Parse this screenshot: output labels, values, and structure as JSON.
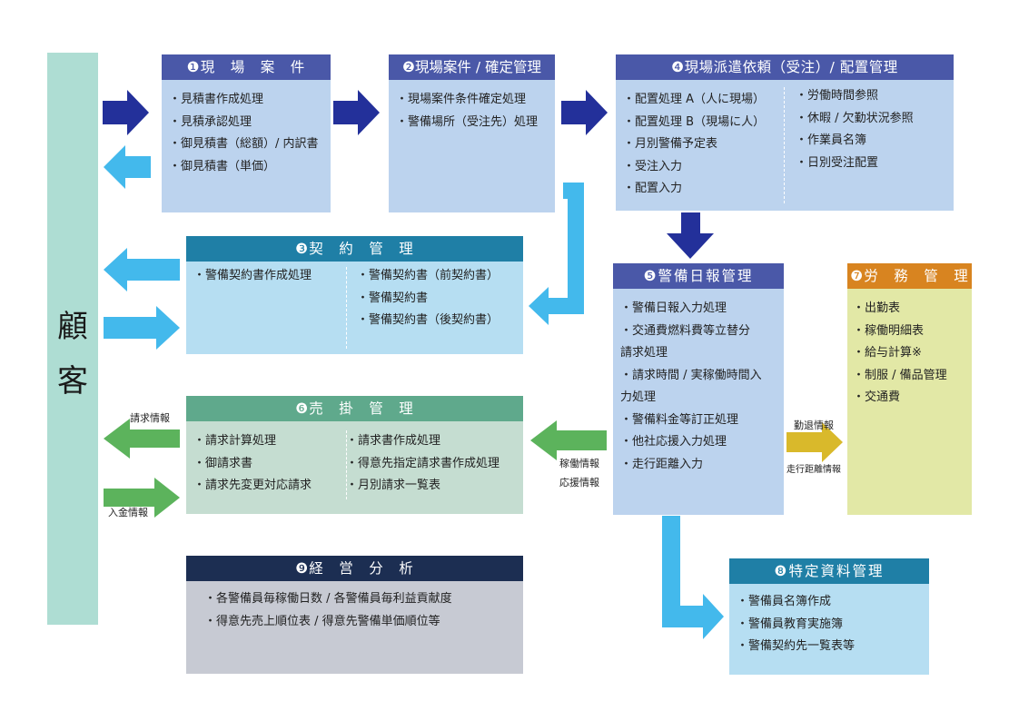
{
  "customer": {
    "label": "顧\n客"
  },
  "colors": {
    "navy": "#23309a",
    "light_blue": "#43b9ec",
    "green": "#5cb35c",
    "yellow": "#d9b92b",
    "customer_bar": "#aeddd3"
  },
  "boxes": {
    "genba": {
      "title": "❶現　場　案　件",
      "items": [
        "見積書作成処理",
        "見積承認処理",
        "御見積書（総額）/ 内訳書",
        "御見積書（単価）"
      ]
    },
    "kakutei": {
      "title": "❷現場案件 / 確定管理",
      "items": [
        "現場案件条件確定処理",
        "警備場所（受注先）処理"
      ]
    },
    "keiyaku": {
      "title": "❸契　約　管　理",
      "items_left": [
        "警備契約書作成処理"
      ],
      "items_right": [
        "警備契約書（前契約書）",
        "警備契約書",
        "警備契約書（後契約書）"
      ]
    },
    "haken": {
      "title": "❹現場派遣依頼（受注）/ 配置管理",
      "items_left": [
        "配置処理 A（人に現場）",
        "配置処理 B（現場に人）",
        "月別警備予定表",
        "受注入力",
        "配置入力"
      ],
      "items_right": [
        "労働時間参照",
        "休暇 / 欠勤状況参照",
        "作業員名簿",
        "日別受注配置"
      ]
    },
    "nippo": {
      "title": "❺警備日報管理",
      "lines": [
        "・警備日報入力処理",
        "・交通費燃料費等立替分",
        "請求処理",
        "・請求時間 / 実稼働時間入",
        "力処理",
        "・警備料金等訂正処理",
        "・他社応援入力処理",
        "・走行距離入力"
      ]
    },
    "urikake": {
      "title": "❻売　掛　管　理",
      "items_left": [
        "請求計算処理",
        "御請求書",
        "請求先変更対応請求"
      ],
      "items_right": [
        "請求書作成処理",
        "得意先指定請求書作成処理",
        "月別請求一覧表"
      ]
    },
    "roumu": {
      "title": "❼労　務　管　理",
      "items": [
        "出勤表",
        "稼働明細表",
        "給与計算※",
        "制服 / 備品管理",
        "交通費"
      ]
    },
    "tokutei": {
      "title": "❽特定資料管理",
      "items": [
        "警備員名簿作成",
        "警備員教育実施簿",
        "警備契約先一覧表等"
      ]
    },
    "keiei": {
      "title": "❾経　営　分　析",
      "items": [
        "各警備員毎稼働日数 / 各警備員毎利益貢献度",
        "得意先売上順位表 / 得意先警備単価順位等"
      ]
    }
  },
  "flow_labels": {
    "seikyu_joho": "請求情報",
    "nyukin_joho": "入金情報",
    "kado_joho": "稼働情報",
    "ouen_joho": "応援情報",
    "kintai_joho": "勤退情報",
    "soko_kyori_joho": "走行距離情報"
  }
}
